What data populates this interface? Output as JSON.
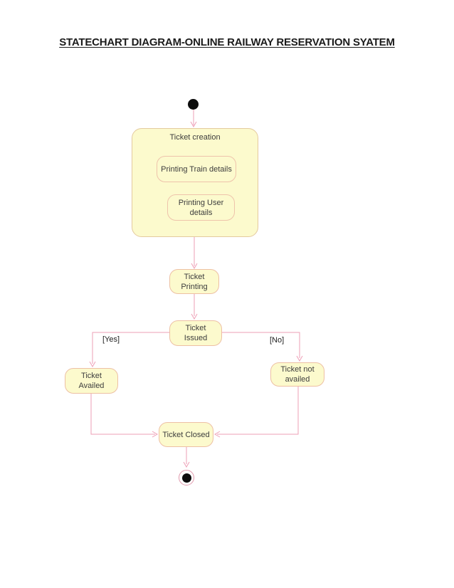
{
  "page": {
    "title": "STATECHART DIAGRAM-ONLINE RAILWAY RESERVATION SYATEM"
  },
  "diagram": {
    "type": "uml-statechart",
    "states": {
      "ticket_creation": {
        "label": "Ticket creation",
        "kind": "composite"
      },
      "printing_train": {
        "label": "Printing Train details",
        "kind": "substate"
      },
      "printing_user": {
        "label": "Printing User details",
        "kind": "substate"
      },
      "ticket_printing": {
        "label": "Ticket Printing",
        "kind": "simple"
      },
      "ticket_issued": {
        "label": "Ticket Issued",
        "kind": "simple"
      },
      "ticket_availed": {
        "label": "Ticket Availed",
        "kind": "simple"
      },
      "ticket_not_availed": {
        "label": "Ticket not availed",
        "kind": "simple"
      },
      "ticket_closed": {
        "label": "Ticket Closed",
        "kind": "simple"
      }
    },
    "guards": {
      "yes": "[Yes]",
      "no": "[No]"
    },
    "transitions": [
      {
        "from": "initial",
        "to": "ticket_creation",
        "guard": ""
      },
      {
        "from": "ticket_creation",
        "to": "ticket_printing",
        "guard": ""
      },
      {
        "from": "ticket_printing",
        "to": "ticket_issued",
        "guard": ""
      },
      {
        "from": "ticket_issued",
        "to": "ticket_availed",
        "guard": "[Yes]"
      },
      {
        "from": "ticket_issued",
        "to": "ticket_not_availed",
        "guard": "[No]"
      },
      {
        "from": "ticket_availed",
        "to": "ticket_closed",
        "guard": ""
      },
      {
        "from": "ticket_not_availed",
        "to": "ticket_closed",
        "guard": ""
      },
      {
        "from": "ticket_closed",
        "to": "final",
        "guard": ""
      }
    ],
    "colors": {
      "state_fill": "#fcfacd",
      "composite_border": "#e4ca9e",
      "state_border": "#edc0a4",
      "connector": "#ee9fb6",
      "state_text": "#3d3d3d",
      "title_text": "#1b1b1b",
      "terminal_node": "#0d0d0d"
    }
  }
}
